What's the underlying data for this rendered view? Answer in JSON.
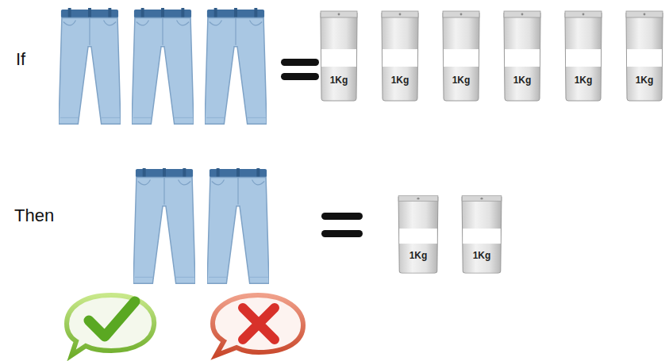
{
  "diagram": {
    "nodes": [
      {
        "text": [
          "1Kg"
        ]
      },
      {
        "text": [
          "1Kg"
        ]
      },
      {
        "text": [
          "1Kg"
        ]
      },
      {
        "text": [
          "1Kg"
        ]
      },
      {
        "text": [
          "1Kg"
        ]
      },
      {
        "text": [
          "1Kg"
        ]
      },
      {
        "text": [
          "1Kg"
        ]
      },
      {
        "text": [
          "1Kg"
        ]
      }
    ],
    "labels": [
      "If",
      "Then"
    ]
  }
}
